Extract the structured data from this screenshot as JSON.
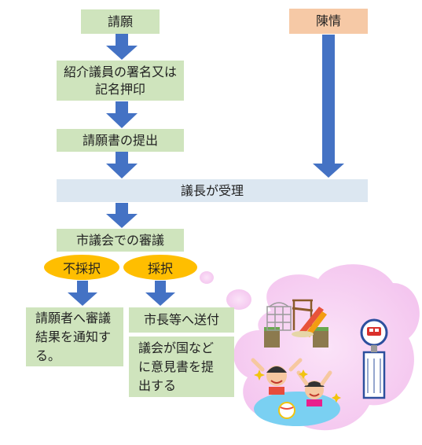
{
  "flow": {
    "petition": "請願",
    "introduce": "紹介議員の署名又は記名押印",
    "submit": "請願書の提出",
    "chair_receive": "議長が受理",
    "council_review": "市議会での審議",
    "reject": "不採択",
    "adopt": "採択",
    "notify": "請願者へ審議結果を通知する。",
    "send": "市長等へ送付",
    "opinion": "議会が国などに意見書を提出する"
  },
  "side": {
    "appeal": "陳情"
  },
  "colors": {
    "box_green": "#cfe4bd",
    "box_pink": "#f6c9a6",
    "box_blue": "#dce7f1",
    "arrow": "#4472c4",
    "oval": "#ffbe00",
    "bubble": "#f9d4f4"
  },
  "illustration": {
    "icons": [
      "playground-icon",
      "bus-stop-icon",
      "kids-swimming-icon"
    ]
  }
}
